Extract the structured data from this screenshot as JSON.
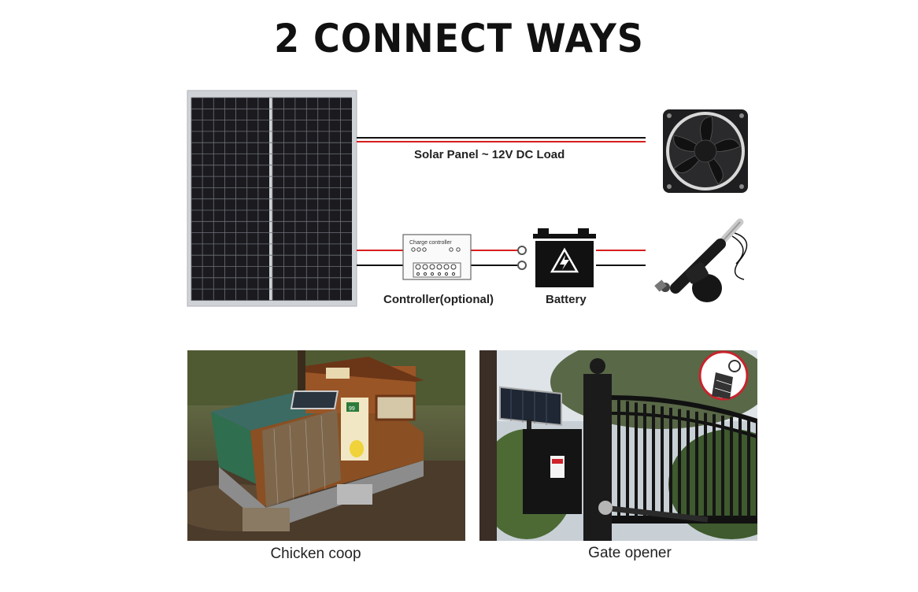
{
  "title": "2 CONNECT WAYS",
  "labels": {
    "direct": "Solar Panel ~ 12V DC Load",
    "controller": "Controller(optional)",
    "battery": "Battery",
    "controller_box": "Charge controller"
  },
  "photos": {
    "left_caption": "Chicken coop",
    "right_caption": "Gate opener",
    "coop_sign": "99"
  },
  "icons": [
    "solar-panel-icon",
    "fan-icon",
    "battery-icon",
    "linear-actuator-icon",
    "charge-controller-icon",
    "sun-panel-badge-icon"
  ],
  "colors": {
    "wire_red": "#d81e1e",
    "wire_black": "#111111",
    "panel_cell": "#1b1b1f",
    "panel_frame": "#cfd2d6"
  }
}
